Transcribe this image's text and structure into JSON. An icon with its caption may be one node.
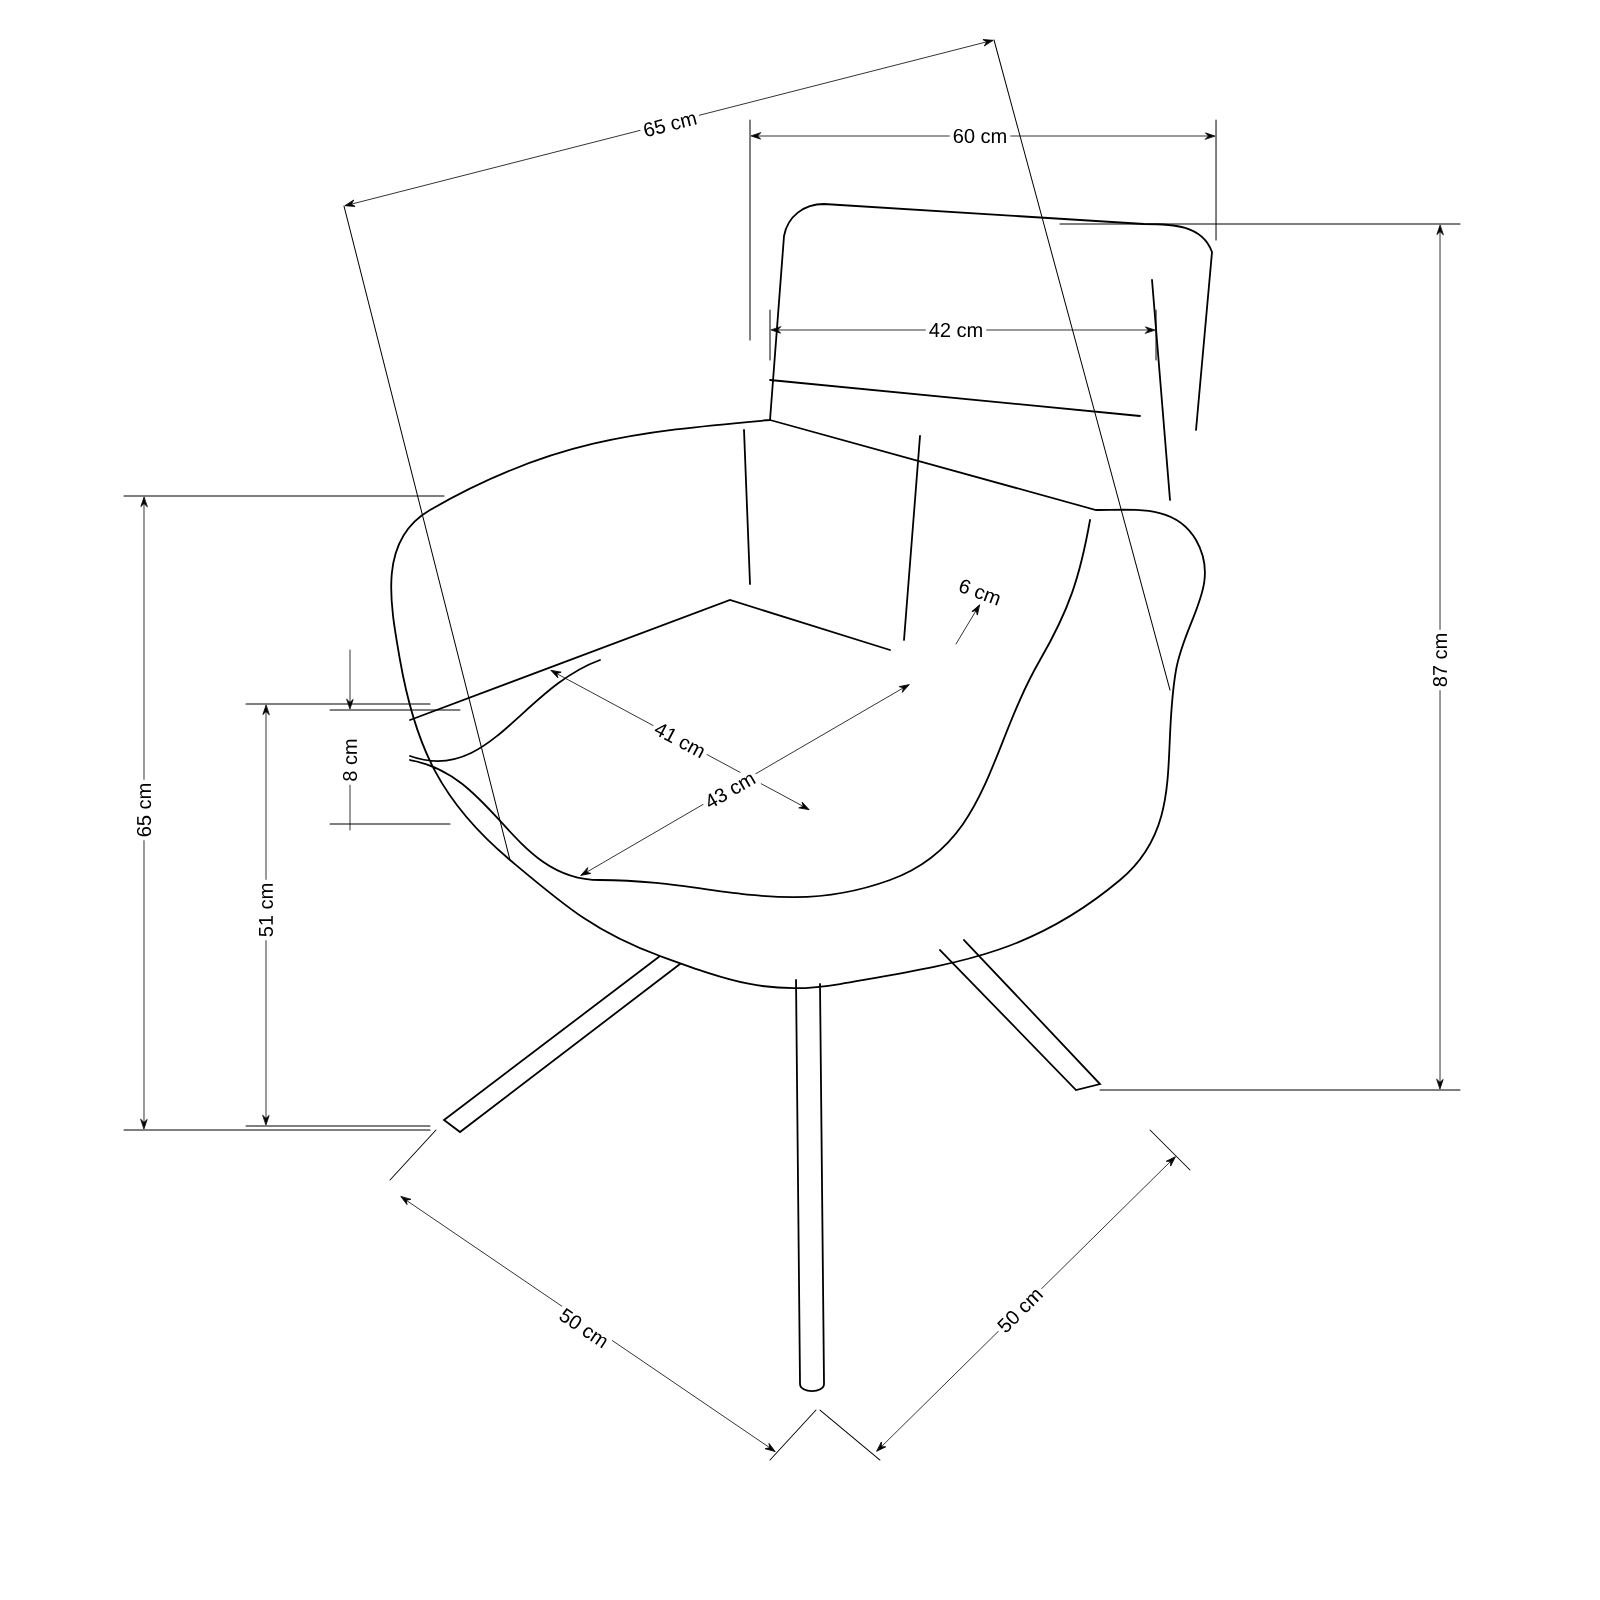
{
  "diagram": {
    "labels": [
      "65 cm",
      "60 cm",
      "42 cm",
      "6 cm",
      "87 cm",
      "65 cm",
      "8 cm",
      "51 cm",
      "41 cm",
      "43 cm",
      "50 cm",
      "50 cm"
    ]
  }
}
